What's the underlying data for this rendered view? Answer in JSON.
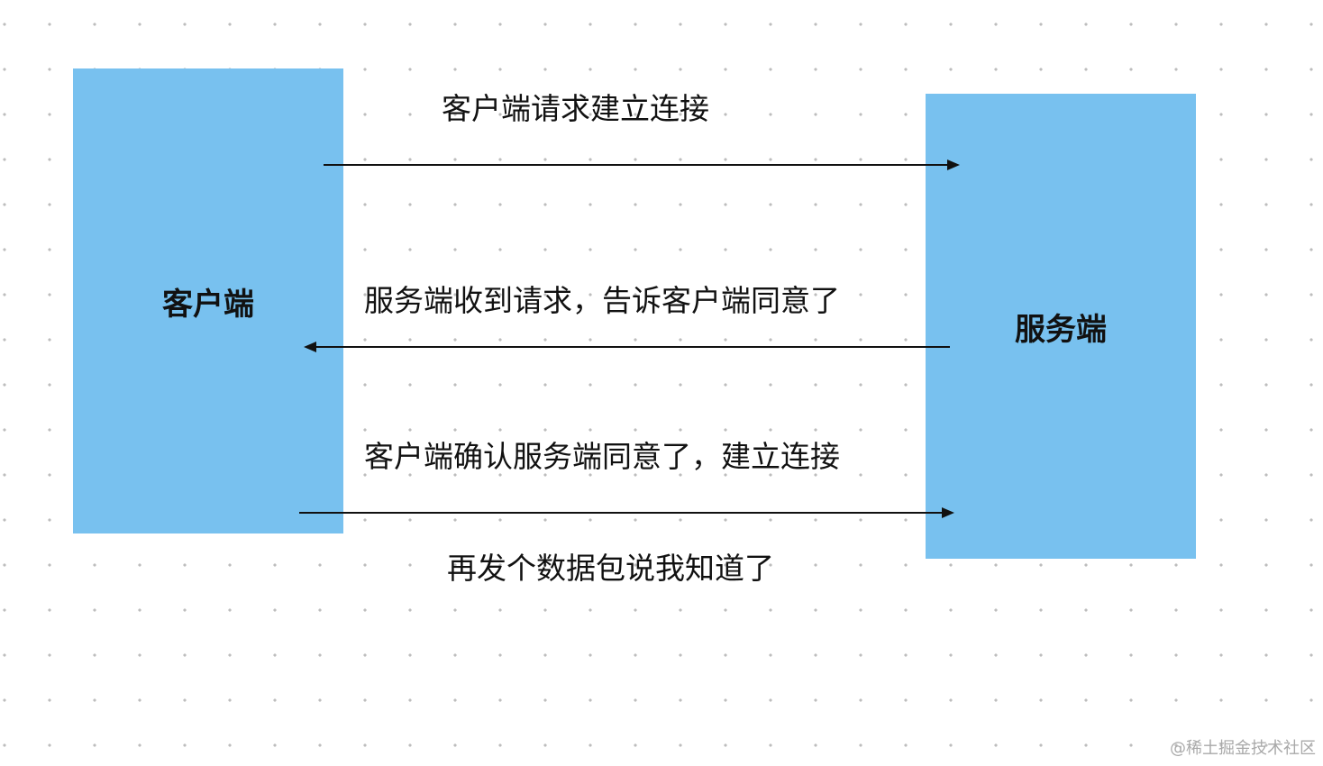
{
  "nodes": {
    "client": "客户端",
    "server": "服务端"
  },
  "messages": {
    "step1": "客户端请求建立连接",
    "step2": "服务端收到请求，告诉客户端同意了",
    "step3_line1": "客户端确认服务端同意了，建立连接",
    "step3_line2": "再发个数据包说我知道了"
  },
  "watermark": "@稀土掘金技术社区",
  "colors": {
    "box_fill": "#78c1ef",
    "arrow": "#111111",
    "grid_dot": "#bdbdbd"
  }
}
